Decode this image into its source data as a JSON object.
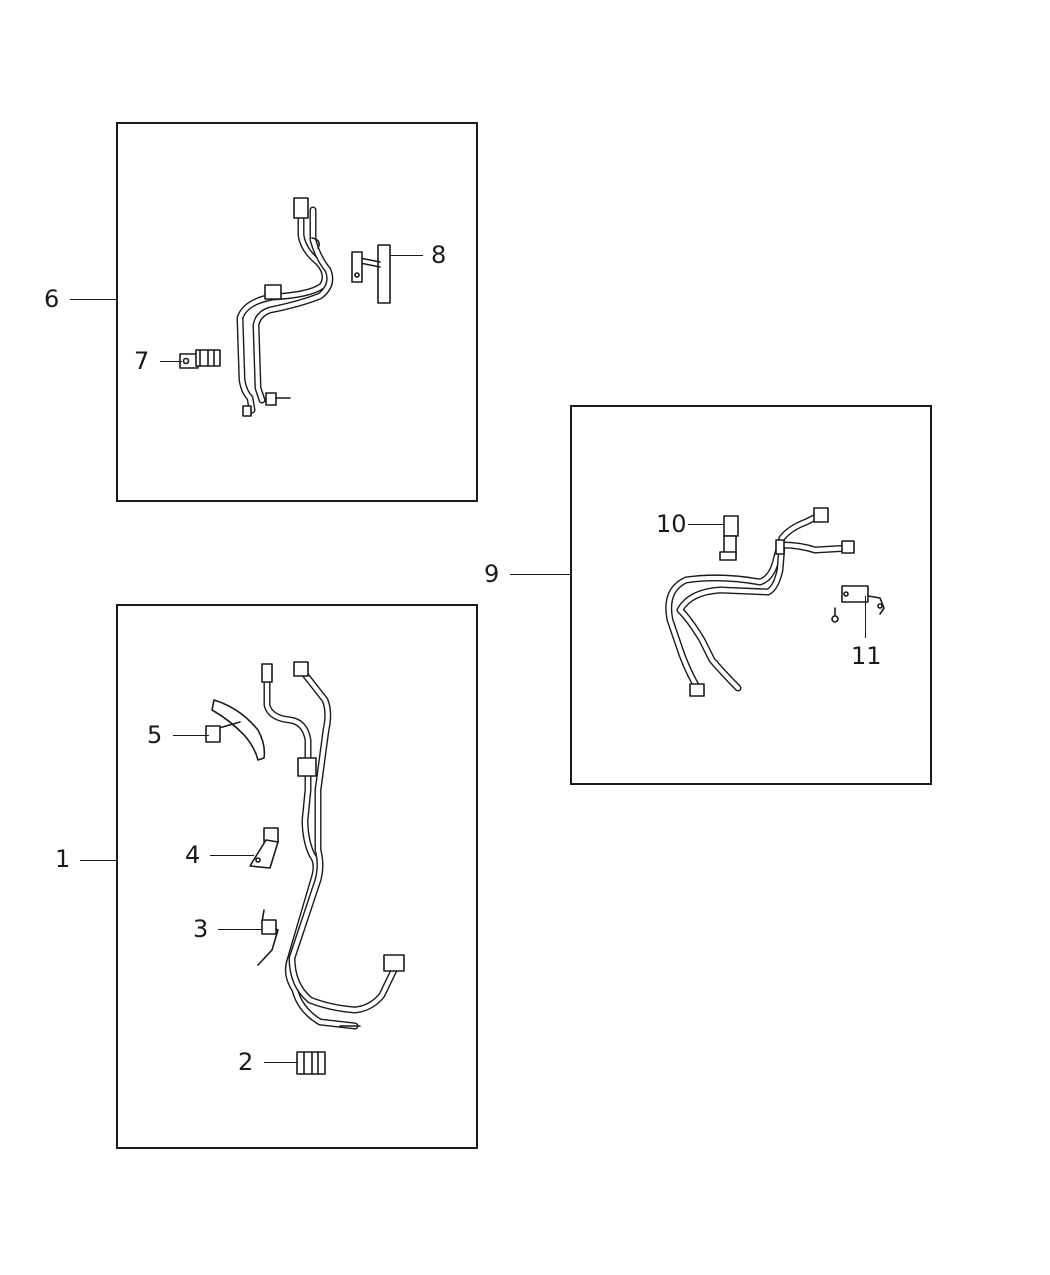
{
  "diagram": {
    "type": "parts-exploded-view",
    "panels": [
      {
        "id": "panel-top-left",
        "group_callout": "6",
        "callouts": [
          "7",
          "8"
        ]
      },
      {
        "id": "panel-right",
        "group_callout": "9",
        "callouts": [
          "10",
          "11"
        ]
      },
      {
        "id": "panel-bottom-left",
        "group_callout": "1",
        "callouts": [
          "2",
          "3",
          "4",
          "5"
        ]
      }
    ],
    "callouts": {
      "c1": "1",
      "c2": "2",
      "c3": "3",
      "c4": "4",
      "c5": "5",
      "c6": "6",
      "c7": "7",
      "c8": "8",
      "c9": "9",
      "c10": "10",
      "c11": "11"
    },
    "colors": {
      "line": "#1a1a1a",
      "background": "#ffffff"
    }
  }
}
